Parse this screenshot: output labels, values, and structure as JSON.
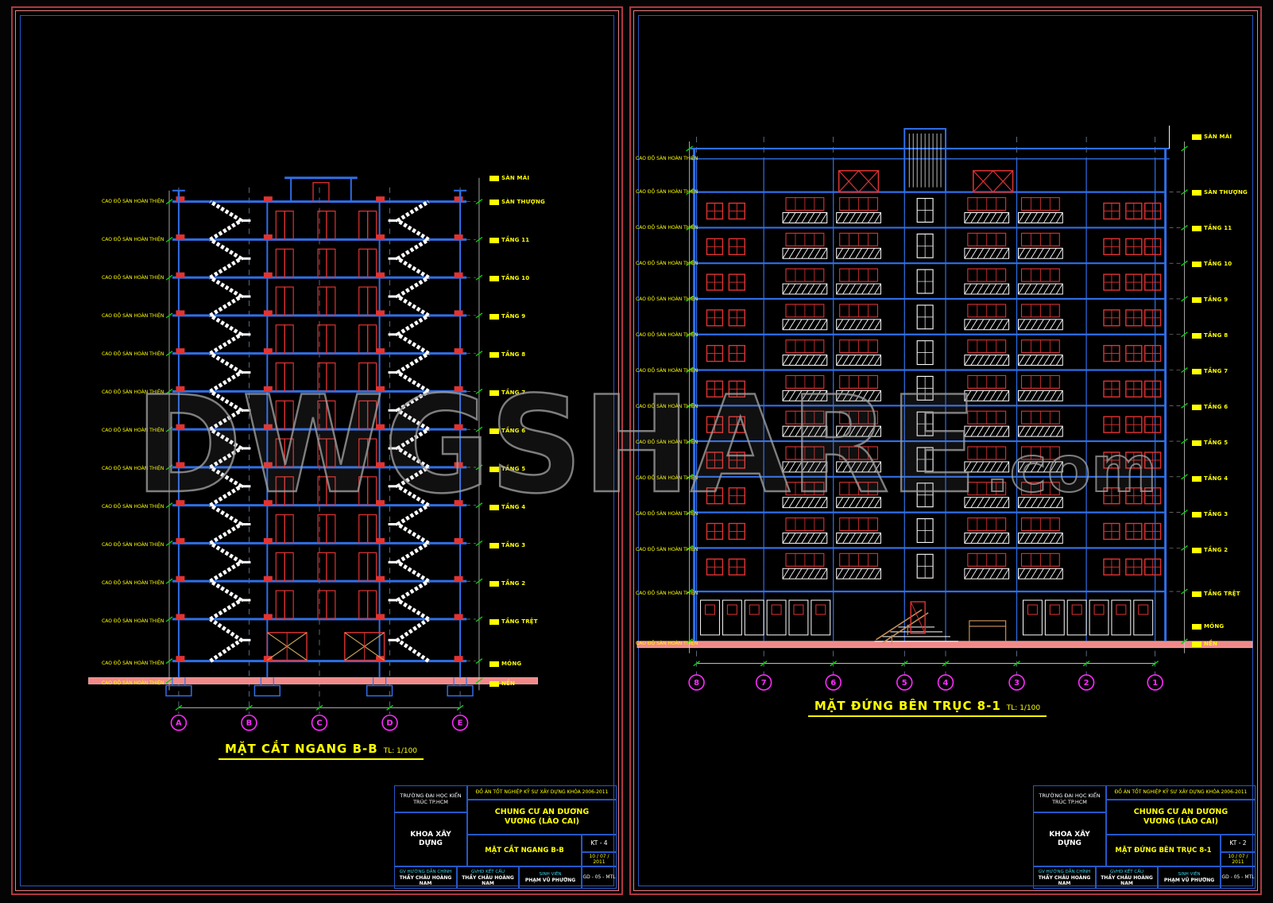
{
  "watermark": {
    "text": "DWGSHARE",
    "suffix": ".com"
  },
  "colors": {
    "blue": "#2f6fe8",
    "red": "#e23333",
    "salmon": "#f08a8a",
    "yellow": "#ffff00",
    "magenta": "#ff2bff",
    "green": "#00d400",
    "white": "#ffffff",
    "cyan": "#39d0e8",
    "watermark_gray": "#9e9e9e"
  },
  "sheets": [
    {
      "name": "section-sheet",
      "drawing_title": {
        "text": "MẶT CẮT NGANG B-B",
        "scale": "TL: 1/100"
      },
      "elevation_note": "CAO ĐỘ SÀN HOÀN THIỆN",
      "level_labels": [
        "SÀN MÁI",
        "SÀN THƯỢNG",
        "TẦNG 11",
        "TẦNG 10",
        "TẦNG 9",
        "TẦNG 8",
        "TẦNG 7",
        "TẦNG 6",
        "TẦNG 5",
        "TẦNG 4",
        "TẦNG 3",
        "TẦNG 2",
        "TẦNG TRỆT",
        "MÓNG",
        "NỀN"
      ],
      "axis_bubbles": [
        "A",
        "B",
        "C",
        "D",
        "E"
      ],
      "title_block": {
        "school": "TRƯỜNG ĐẠI HỌC KIẾN TRÚC TP.HCM",
        "faculty": "KHOA XÂY DỰNG",
        "project_header": "ĐỒ ÁN TỐT NGHIỆP KỸ SƯ XÂY DỰNG KHÓA 2006-2011",
        "project_name": "CHUNG CƯ AN DƯƠNG VƯƠNG (LÀO CAI)",
        "drawing_title": "MẶT CẮT NGANG B-B",
        "sheet_no": "KT - 4",
        "date": "10 / 07 / 2011",
        "code": "GD - 05 - MTL",
        "roles": [
          {
            "role": "GV HƯỚNG DẪN CHÍNH",
            "name": "THẦY CHÂU HOÀNG NAM"
          },
          {
            "role": "GVHD KẾT CẤU",
            "name": "THẦY CHÂU HOÀNG NAM"
          },
          {
            "role": "SINH VIÊN",
            "name": "PHẠM VŨ PHƯƠNG"
          }
        ]
      }
    },
    {
      "name": "elevation-sheet",
      "drawing_title": {
        "text": "MẶT ĐỨNG BÊN TRỤC 8-1",
        "scale": "TL: 1/100"
      },
      "elevation_note": "CAO ĐỘ SÀN HOÀN THIỆN",
      "level_labels": [
        "SÀN MÁI",
        "SÀN THƯỢNG",
        "TẦNG 11",
        "TẦNG 10",
        "TẦNG 9",
        "TẦNG 8",
        "TẦNG 7",
        "TẦNG 6",
        "TẦNG 5",
        "TẦNG 4",
        "TẦNG 3",
        "TẦNG 2",
        "TẦNG TRỆT",
        "MÓNG",
        "NỀN"
      ],
      "axis_bubbles": [
        "8",
        "7",
        "6",
        "5",
        "4",
        "3",
        "2",
        "1"
      ],
      "title_block": {
        "school": "TRƯỜNG ĐẠI HỌC KIẾN TRÚC TP.HCM",
        "faculty": "KHOA XÂY DỰNG",
        "project_header": "ĐỒ ÁN TỐT NGHIỆP KỸ SƯ XÂY DỰNG KHÓA 2006-2011",
        "project_name": "CHUNG CƯ AN DƯƠNG VƯƠNG (LÀO CAI)",
        "drawing_title": "MẶT ĐỨNG BÊN TRỤC 8-1",
        "sheet_no": "KT - 2",
        "date": "10 / 07 / 2011",
        "code": "GD - 05 - MTL",
        "roles": [
          {
            "role": "GV HƯỚNG DẪN CHÍNH",
            "name": "THẦY CHÂU HOÀNG NAM"
          },
          {
            "role": "GVHD KẾT CẤU",
            "name": "THẦY CHÂU HOÀNG NAM"
          },
          {
            "role": "SINH VIÊN",
            "name": "PHẠM VŨ PHƯƠNG"
          }
        ]
      }
    }
  ]
}
